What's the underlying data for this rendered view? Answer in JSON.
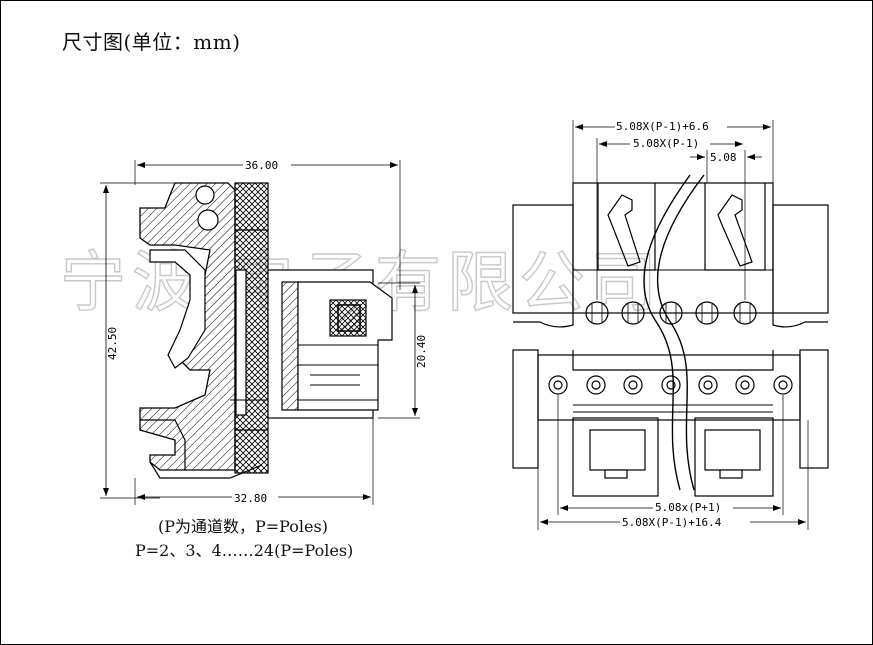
{
  "title": "尺寸图(单位：mm)",
  "notes": {
    "line1": "(P为通道数，P=Poles)",
    "line2": "P=2、3、4……24(P=Poles)"
  },
  "dimensions": {
    "side_width_top": "36.00",
    "side_height": "42.50",
    "side_height_inner": "20.40",
    "side_width_bottom": "32.80",
    "front_total_top": "5.08X(P-1)+6.6",
    "front_pitch_span": "5.08X(P-1)",
    "front_pitch": "5.08",
    "front_span_bottom": "5.08x(P+1)",
    "front_total_bottom": "5.08X(P-1)+16.4"
  },
  "watermark": "宁波 电子有限公司",
  "colors": {
    "line": "#000000",
    "hatch": "#000000",
    "watermark": "#c8c8c8"
  }
}
